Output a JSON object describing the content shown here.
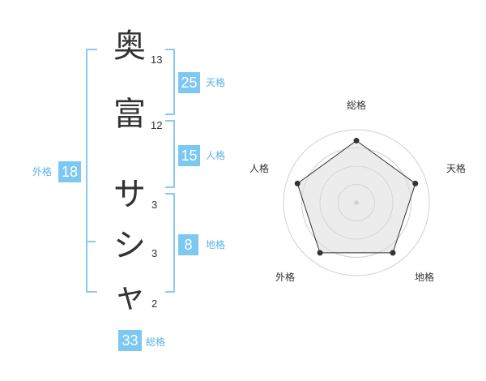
{
  "name": {
    "chars": [
      {
        "char": "奥",
        "strokes": "13"
      },
      {
        "char": "富",
        "strokes": "12"
      },
      {
        "char": "サ",
        "strokes": "3"
      },
      {
        "char": "シ",
        "strokes": "3"
      },
      {
        "char": "ャ",
        "strokes": "2"
      }
    ]
  },
  "scores": {
    "tenkaku": {
      "value": "25",
      "label": "天格"
    },
    "jinkaku": {
      "value": "15",
      "label": "人格"
    },
    "chikaku": {
      "value": "8",
      "label": "地格"
    },
    "gaikaku": {
      "value": "18",
      "label": "外格"
    },
    "soukaku": {
      "value": "33",
      "label": "総格"
    }
  },
  "colors": {
    "accent": "#7cc8f2",
    "bracket": "#8cc9f0",
    "label": "#5bb2e6"
  },
  "chart_data": {
    "type": "radar",
    "axes": [
      "総格",
      "天格",
      "地格",
      "外格",
      "人格"
    ],
    "values": [
      0.85,
      0.85,
      0.85,
      0.85,
      0.85
    ],
    "rings": 4
  }
}
